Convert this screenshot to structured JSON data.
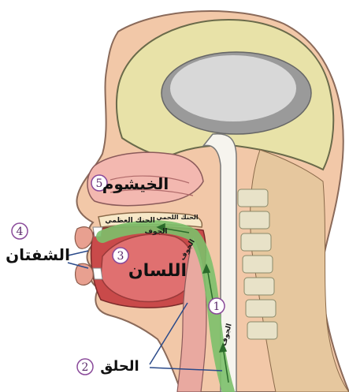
{
  "labels": {
    "nasal": "الخيشوم",
    "lips": "الشفتان",
    "tongue": "اللسان",
    "throat": "الحلق",
    "hard_palate": "الحنك العظمي",
    "soft_palate": "الحنك اللحمي",
    "cavity_1": "الجوف",
    "cavity_2": "الجوف",
    "cavity_3": "الجوف"
  },
  "numbers": {
    "n1": "1",
    "n2": "2",
    "n3": "3",
    "n4": "4",
    "n5": "5"
  },
  "colors": {
    "skin": "#f2c8a8",
    "skull": "#e8e2a8",
    "brain": "#9a9a9a",
    "tongue": "#e07070",
    "airway": "#7cc06a",
    "label_circle": "#8a4a9a"
  }
}
